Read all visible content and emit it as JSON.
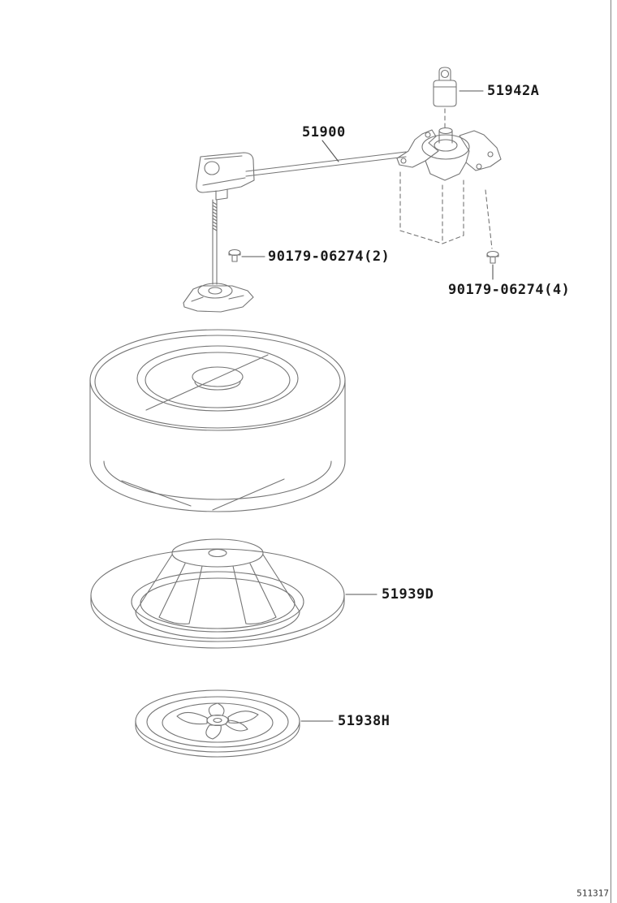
{
  "diagram_type": "parts-exploded-view",
  "labels": [
    {
      "id": "hook",
      "text": "51942A"
    },
    {
      "id": "carrier",
      "text": "51900"
    },
    {
      "id": "bolt-left",
      "text": "90179-06274(2)"
    },
    {
      "id": "bolt-right",
      "text": "90179-06274(4)"
    },
    {
      "id": "cover",
      "text": "51939D"
    },
    {
      "id": "clamp",
      "text": "51938H"
    }
  ],
  "footer": {
    "drawing_number": "511317"
  },
  "colors": {
    "background": "#ffffff",
    "line": "#757575",
    "leader": "#555555",
    "label_text": "#1a1a1a",
    "border": "#8a8a8a"
  }
}
